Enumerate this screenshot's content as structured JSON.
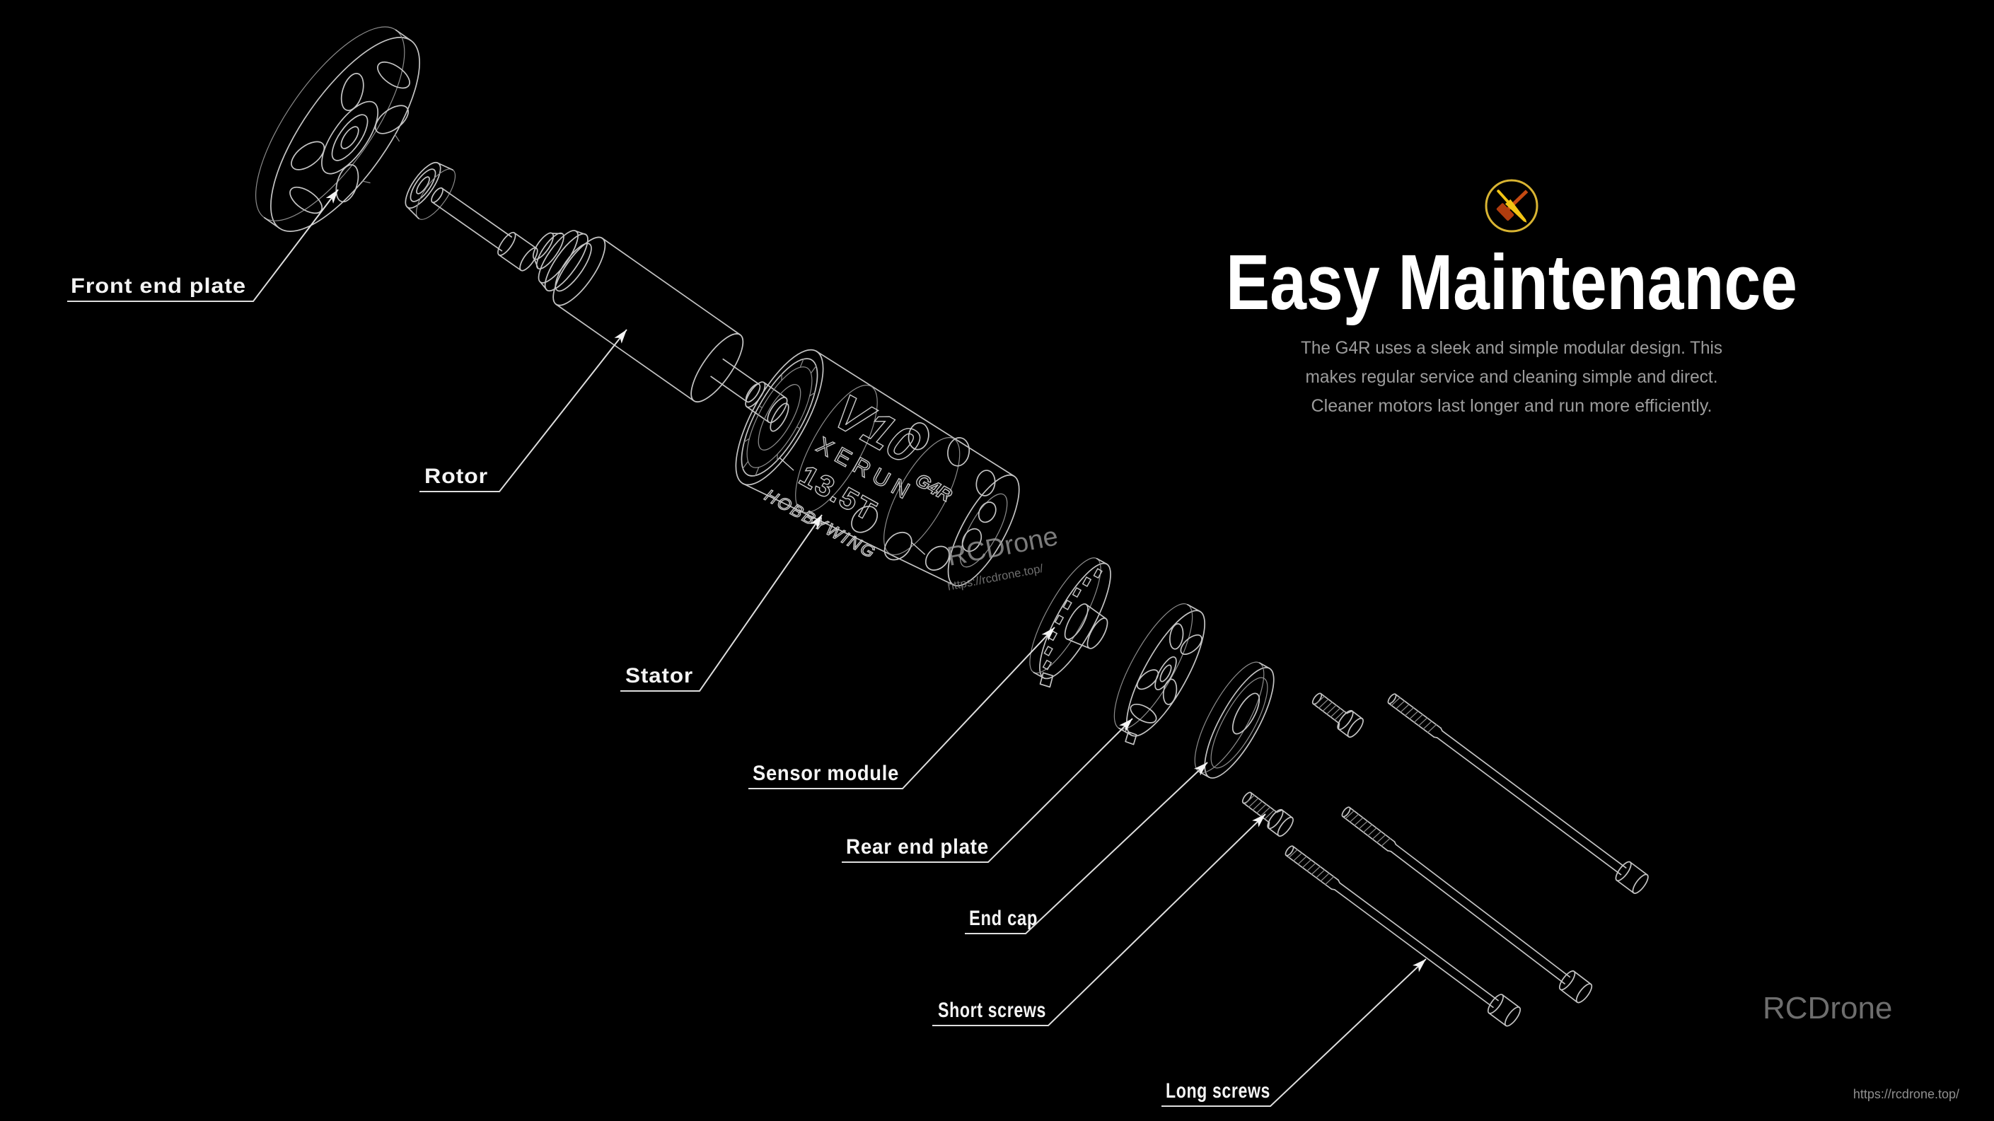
{
  "page": {
    "background": "#000000",
    "line_color": "#c4c4c4"
  },
  "heading": {
    "icon": "crossed-tools-icon",
    "icon_colors": {
      "ring": "#d8b432",
      "screwdriver": "#f2c514",
      "hammer": "#c54a12"
    },
    "title": "Easy Maintenance",
    "description_lines": [
      "The G4R uses a sleek and simple modular design. This",
      "makes regular service and cleaning simple and direct.",
      "Cleaner motors last longer and run more efficiently."
    ]
  },
  "diagram": {
    "labels": [
      {
        "id": "front-end-plate",
        "text": "Front end plate"
      },
      {
        "id": "rotor",
        "text": "Rotor"
      },
      {
        "id": "stator",
        "text": "Stator"
      },
      {
        "id": "sensor-module",
        "text": "Sensor module"
      },
      {
        "id": "rear-end-plate",
        "text": "Rear end plate"
      },
      {
        "id": "end-cap",
        "text": "End cap"
      },
      {
        "id": "short-screws",
        "text": "Short screws"
      },
      {
        "id": "long-screws",
        "text": "Long screws"
      }
    ],
    "motor_markings": {
      "model": "V10",
      "generation": "G4R",
      "brand": "XERUN",
      "turns": "13.5T",
      "maker": "HOBBYWING"
    }
  },
  "watermarks": {
    "center": {
      "brand": "RCDrone",
      "url": "https://rcdrone.top/"
    },
    "corner": {
      "brand": "RCDrone",
      "url": "https://rcdrone.top/"
    }
  }
}
